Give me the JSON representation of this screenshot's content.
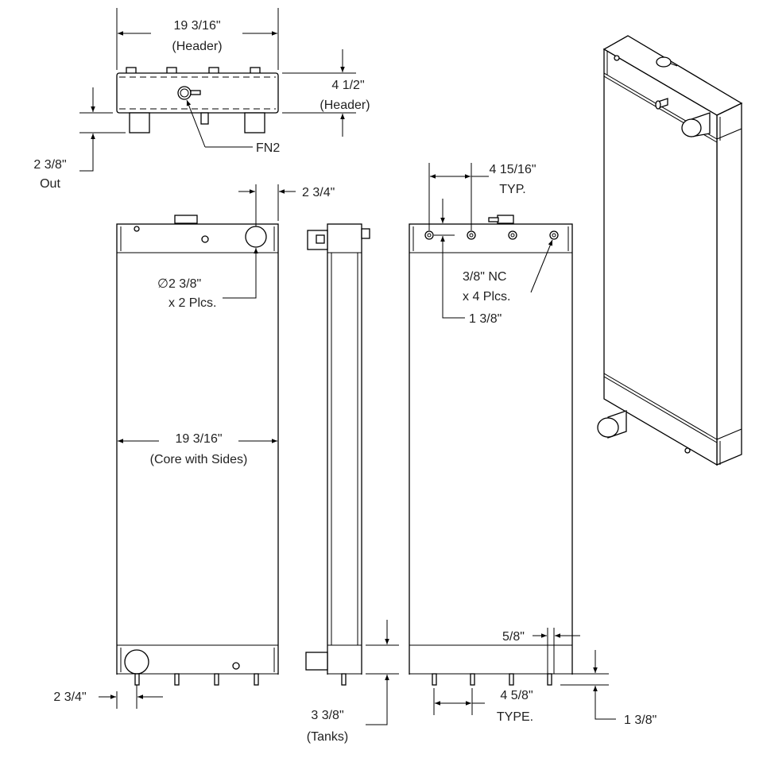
{
  "views": {
    "top": {
      "width_dim": "19 3/16\"",
      "width_note": "(Header)",
      "height_dim": "4 1/2\"",
      "height_note": "(Header)",
      "outlet_dim": "2 3/8\"",
      "outlet_note": "Out",
      "callout": "FN2"
    },
    "front": {
      "top_offset_dim": "2 3/4\"",
      "pipe_diameter": "∅2 3/8\"",
      "pipe_count": "x 2 Plcs.",
      "core_width_dim": "19 3/16\"",
      "core_width_note": "(Core with Sides)",
      "bottom_offset_dim": "2 3/4\""
    },
    "side": {
      "tank_dim": "3 3/8\"",
      "tank_note": "(Tanks)"
    },
    "rear": {
      "spacing_dim": "4 15/16\"",
      "spacing_note": "TYP.",
      "hole_spec": "3/8\" NC",
      "hole_count": "x 4 Plcs.",
      "hole_offset_dim": "1 3/8\"",
      "edge_dim": "5/8\"",
      "bottom_spacing_dim": "4 5/8\"",
      "bottom_spacing_note": "TYPE.",
      "stub_length_dim": "1 3/8\""
    }
  }
}
